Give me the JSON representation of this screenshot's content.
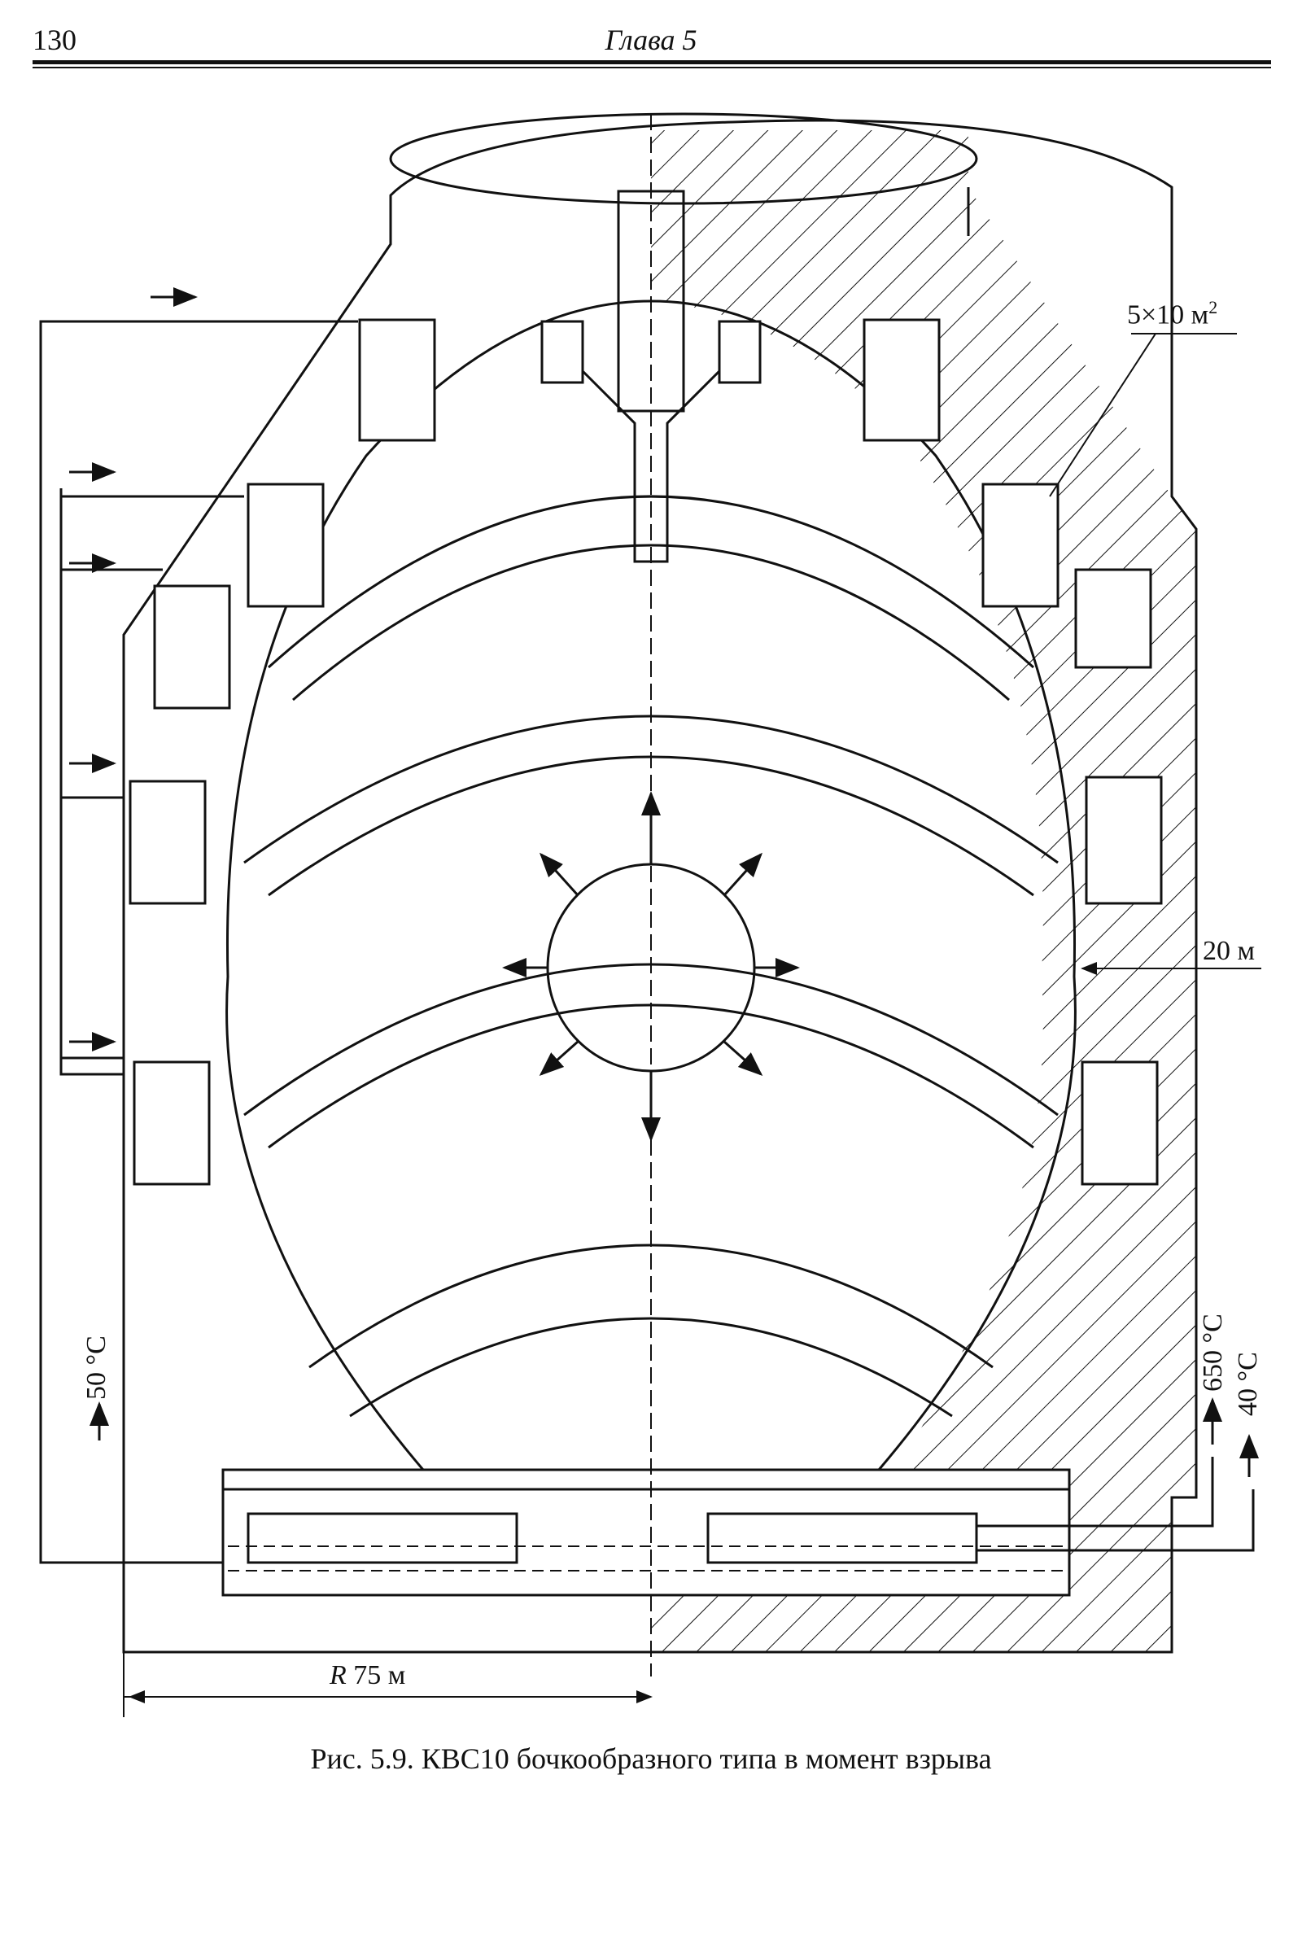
{
  "header": {
    "page_number": "130",
    "running_head": "Глава 5"
  },
  "figure": {
    "labels": {
      "area": "5×10 м",
      "area_sup": "2",
      "wall_thickness": "20 м",
      "radius_italic": "R",
      "radius": " 75 м",
      "inlet_temp": "50 °C",
      "outlet_temp_hot": "650 °C",
      "outlet_temp_cold": "40 °C"
    },
    "caption": "Рис. 5.9. КВС10 бочкообразного типа в момент взрыва"
  }
}
